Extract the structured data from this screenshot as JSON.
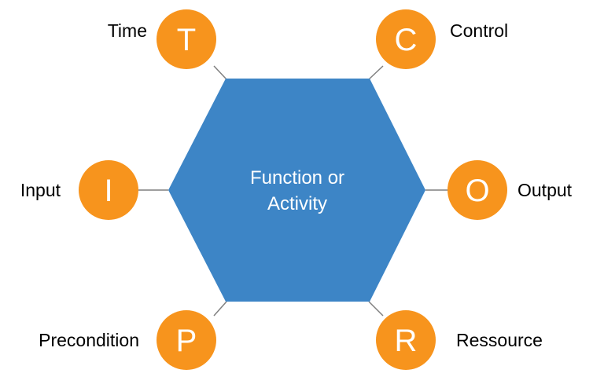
{
  "colors": {
    "hexagon_fill": "#3d85c6",
    "circle_fill": "#f7941d",
    "circle_text": "#ffffff",
    "label_text": "#000000",
    "connector": "#7f7f7f"
  },
  "center": {
    "line1": "Function or",
    "line2": "Activity"
  },
  "aspects": {
    "time": {
      "letter": "T",
      "label": "Time"
    },
    "control": {
      "letter": "C",
      "label": "Control"
    },
    "input": {
      "letter": "I",
      "label": "Input"
    },
    "output": {
      "letter": "O",
      "label": "Output"
    },
    "precondition": {
      "letter": "P",
      "label": "Precondition"
    },
    "resource": {
      "letter": "R",
      "label": "Ressource"
    }
  }
}
